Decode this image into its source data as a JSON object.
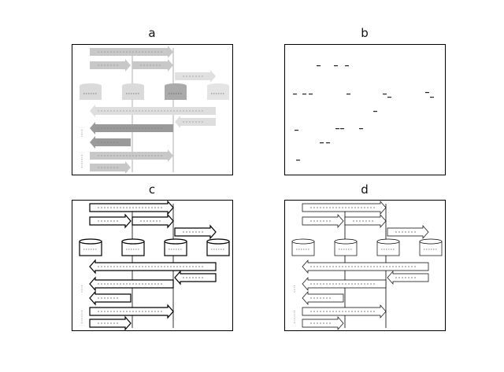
{
  "panels": [
    {
      "label": "a",
      "style": "grayscale"
    },
    {
      "label": "b",
      "style": "sparse"
    },
    {
      "label": "c",
      "style": "outline"
    },
    {
      "label": "d",
      "style": "outline-thin"
    }
  ]
}
